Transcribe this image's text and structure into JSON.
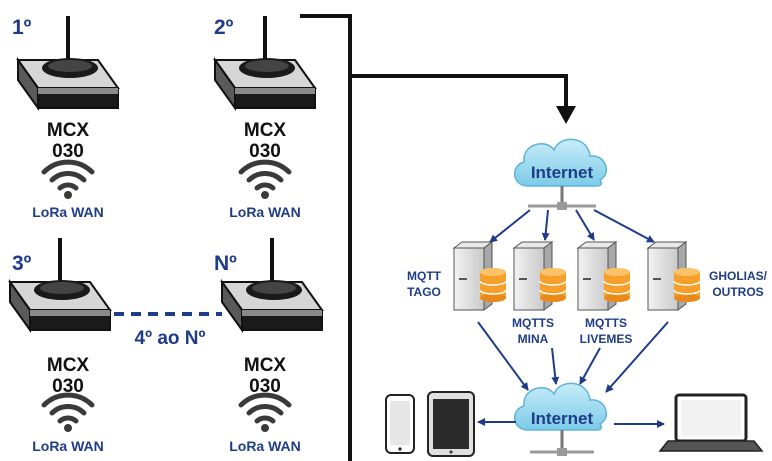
{
  "colors": {
    "accent": "#1f3c88",
    "cloud": "#9fd7ec",
    "database": "#f6a02b",
    "line": "#111111"
  },
  "devices": [
    {
      "order": "1º",
      "model_line1": "MCX",
      "model_line2": "030",
      "network": "LoRa WAN"
    },
    {
      "order": "2º",
      "model_line1": "MCX",
      "model_line2": "030",
      "network": "LoRa WAN"
    },
    {
      "order": "3º",
      "model_line1": "MCX",
      "model_line2": "030",
      "network": "LoRa WAN"
    },
    {
      "order": "Nº",
      "model_line1": "MCX",
      "model_line2": "030",
      "network": "LoRa WAN"
    }
  ],
  "range_label": "4º ao Nº",
  "clouds": {
    "top": "Internet",
    "bottom": "Internet"
  },
  "servers": [
    {
      "line1": "MQTT",
      "line2": "TAGO"
    },
    {
      "line1": "MQTTS",
      "line2": "MINA"
    },
    {
      "line1": "MQTTS",
      "line2": "LIVEMES"
    },
    {
      "line1": "GHOLIAS/",
      "line2": "OUTROS"
    }
  ],
  "client_icons": [
    "smartphone-icon",
    "tablet-icon",
    "laptop-icon"
  ]
}
